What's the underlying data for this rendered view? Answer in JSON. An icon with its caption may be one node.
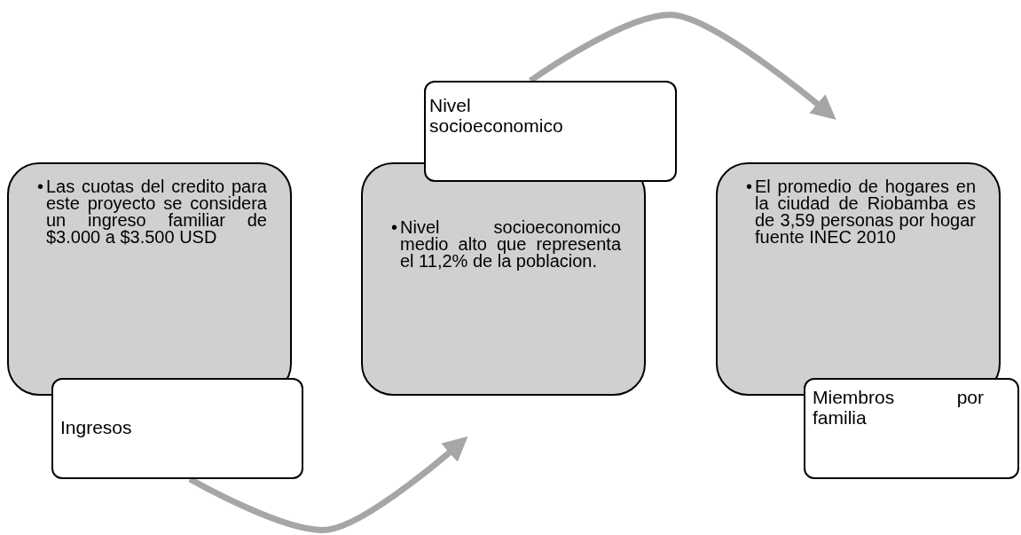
{
  "diagram": {
    "nodes": [
      {
        "text": [
          "•",
          "Las cuotas del credito para este proyecto se considera un ingreso familiar de $3.000 a $3.500 USD"
        ]
      },
      {
        "text": [
          "Ingresos"
        ]
      },
      {
        "text": [
          "•",
          "Nivel socioeconomico medio alto que representa el 11,2% de la poblacion."
        ]
      },
      {
        "text": [
          "Nivel socioeconomico"
        ]
      },
      {
        "text": [
          "•",
          "El promedio de hogares en la ciudad de Riobamba es de 3,59 personas por hogar fuente INEC 2010"
        ]
      },
      {
        "text": [
          "Miembros por familia"
        ]
      }
    ],
    "edges": [
      {
        "from": 1,
        "to": 2,
        "arrow": "to"
      },
      {
        "from": 3,
        "to": 4,
        "arrow": "to"
      }
    ]
  }
}
